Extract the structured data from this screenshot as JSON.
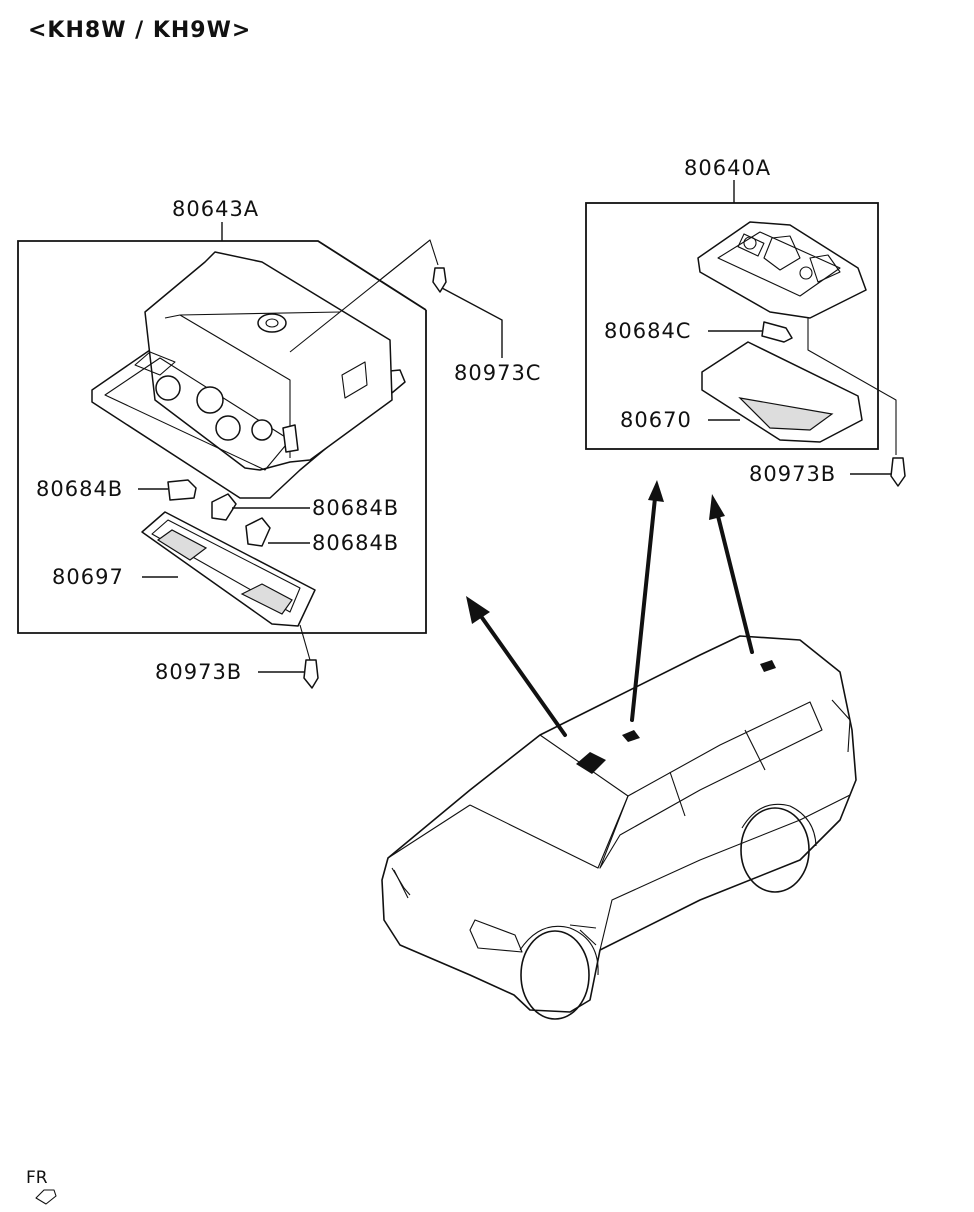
{
  "title": "<KH8W / KH9W>",
  "parts": {
    "room_lamp_assy": "80643A",
    "room_lamp_bulb_1": "80684B",
    "room_lamp_bulb_2": "80684B",
    "room_lamp_bulb_3": "80684B",
    "room_lamp_lens": "80697",
    "room_lamp_screw": "80973B",
    "room_lamp_clip": "80973C",
    "cargo_lamp_assy": "80640A",
    "cargo_lamp_bulb": "80684C",
    "cargo_lamp_lens": "80670",
    "cargo_lamp_screw": "80973B"
  },
  "direction": "FR"
}
